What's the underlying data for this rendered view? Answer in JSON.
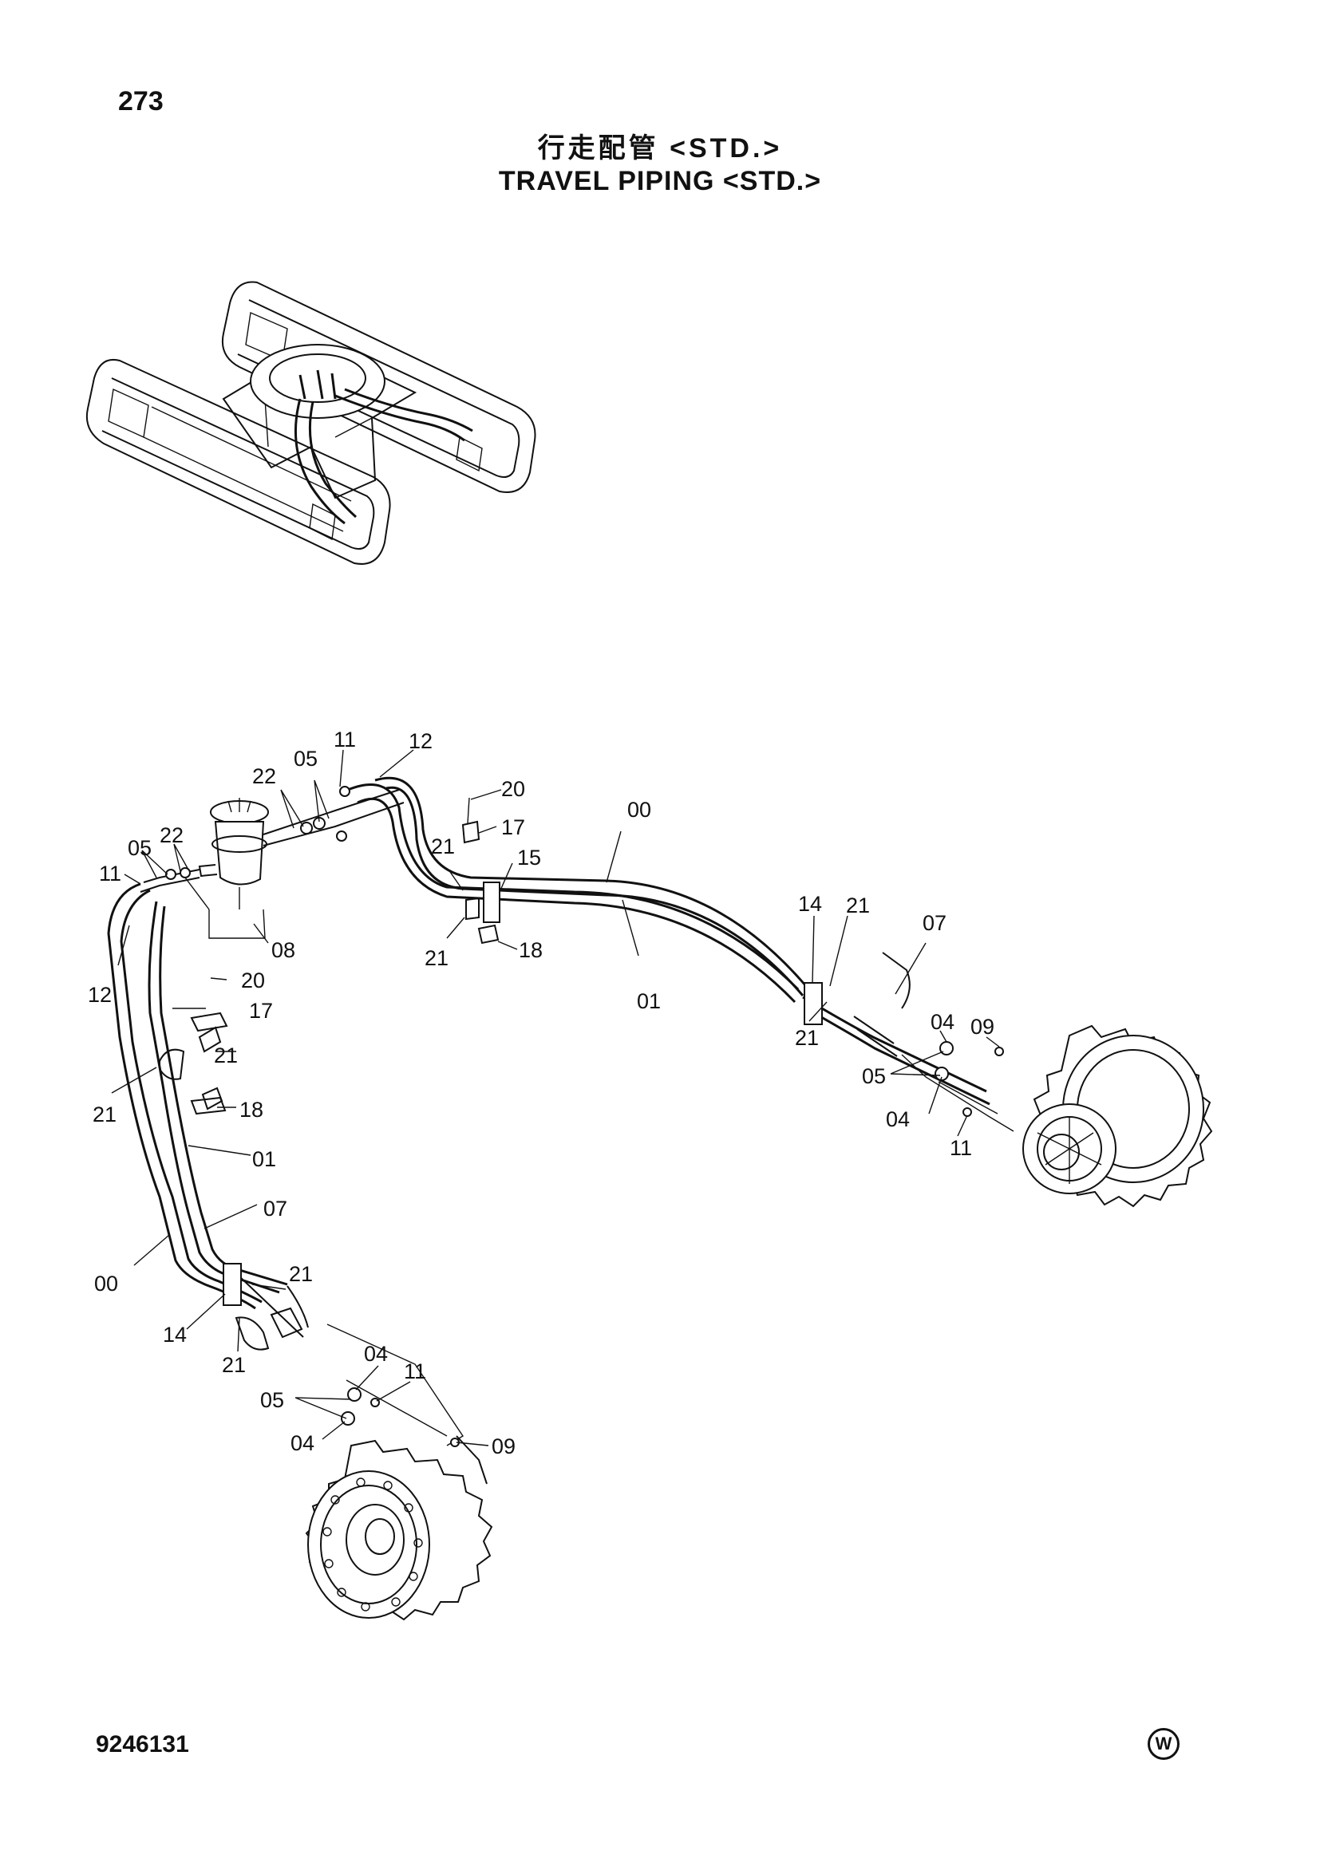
{
  "page_number": "273",
  "title_jp": "行走配管 <STD.>",
  "title_en": "TRAVEL PIPING <STD.>",
  "doc_number": "9246131",
  "corner_mark": "W",
  "callouts": [
    {
      "id": "c11a",
      "text": "11"
    },
    {
      "id": "c12a",
      "text": "12"
    },
    {
      "id": "c05a",
      "text": "05"
    },
    {
      "id": "c22a",
      "text": "22"
    },
    {
      "id": "c05b",
      "text": "05"
    },
    {
      "id": "c22b",
      "text": "22"
    },
    {
      "id": "c11b",
      "text": "11"
    },
    {
      "id": "c20a",
      "text": "20"
    },
    {
      "id": "c17a",
      "text": "17"
    },
    {
      "id": "c21a",
      "text": "21"
    },
    {
      "id": "c15",
      "text": "15"
    },
    {
      "id": "c00a",
      "text": "00"
    },
    {
      "id": "c21b",
      "text": "21"
    },
    {
      "id": "c18a",
      "text": "18"
    },
    {
      "id": "c01a",
      "text": "01"
    },
    {
      "id": "c08",
      "text": "08"
    },
    {
      "id": "c12b",
      "text": "12"
    },
    {
      "id": "c20b",
      "text": "20"
    },
    {
      "id": "c17b",
      "text": "17"
    },
    {
      "id": "c21c",
      "text": "21"
    },
    {
      "id": "c21d",
      "text": "21"
    },
    {
      "id": "c18b",
      "text": "18"
    },
    {
      "id": "c01b",
      "text": "01"
    },
    {
      "id": "c07a",
      "text": "07"
    },
    {
      "id": "c00b",
      "text": "00"
    },
    {
      "id": "c14a",
      "text": "14"
    },
    {
      "id": "c21e",
      "text": "21"
    },
    {
      "id": "c07b",
      "text": "07"
    },
    {
      "id": "c21f",
      "text": "21"
    },
    {
      "id": "c04a",
      "text": "04"
    },
    {
      "id": "c09a",
      "text": "09"
    },
    {
      "id": "c05c",
      "text": "05"
    },
    {
      "id": "c04b",
      "text": "04"
    },
    {
      "id": "c11c",
      "text": "11"
    },
    {
      "id": "c21g",
      "text": "21"
    },
    {
      "id": "c14b",
      "text": "14"
    },
    {
      "id": "c04c",
      "text": "04"
    },
    {
      "id": "c11d",
      "text": "11"
    },
    {
      "id": "c21h",
      "text": "21"
    },
    {
      "id": "c05d",
      "text": "05"
    },
    {
      "id": "c04d",
      "text": "04"
    },
    {
      "id": "c09b",
      "text": "09"
    }
  ]
}
